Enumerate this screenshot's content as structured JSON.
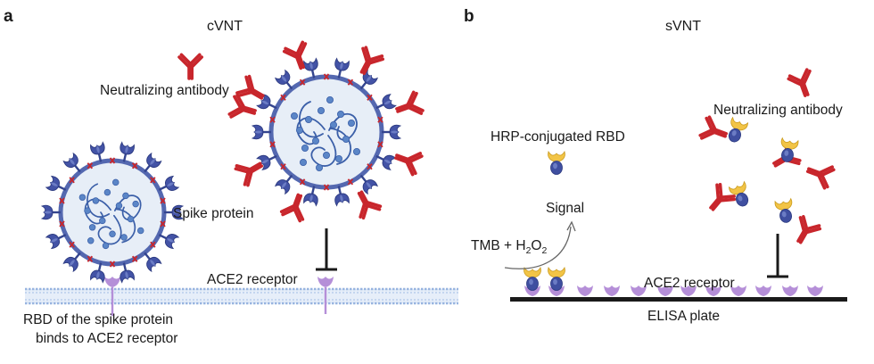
{
  "panel_a": {
    "letter": "a",
    "title": "cVNT",
    "labels": {
      "neutralizing_antibody": "Neutralizing antibody",
      "spike_protein": "Spike protein",
      "ace2_receptor": "ACE2 receptor",
      "rbd_caption_line1": "RBD of the spike protein",
      "rbd_caption_line2": "binds to ACE2 receptor"
    }
  },
  "panel_b": {
    "letter": "b",
    "title": "sVNT",
    "labels": {
      "neutralizing_antibody": "Neutralizing antibody",
      "hrp_rbd": "HRP-conjugated RBD",
      "signal": "Signal",
      "tmb": "TMB + H",
      "h_sub": "2",
      "o": "O",
      "o_sub": "2",
      "ace2_receptor": "ACE2 receptor",
      "elisa_plate": "ELISA plate"
    }
  },
  "colors": {
    "antibody": "#c8262c",
    "virus_envelope": "#5468b0",
    "virus_fill": "#e7eef7",
    "rna": "#3b5fa8",
    "spike": "#3f4fa0",
    "ace2": "#b58fd8",
    "membrane": "#98b4e0",
    "hrp": "#f2c446",
    "plate": "#1a1a1a"
  }
}
